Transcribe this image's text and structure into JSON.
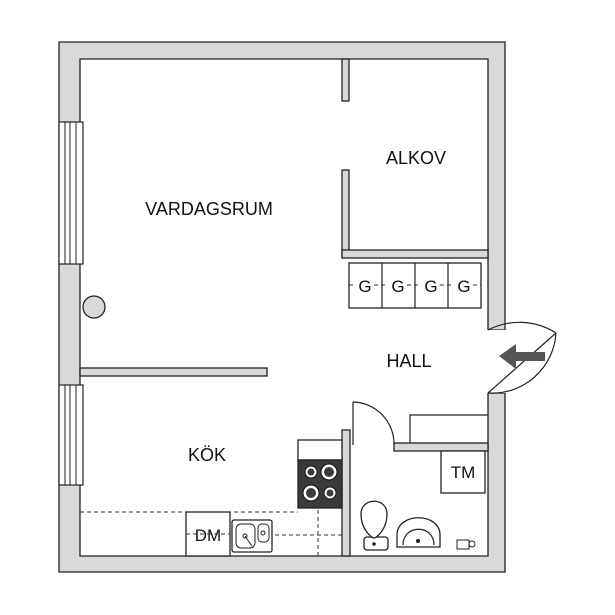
{
  "rooms": {
    "living": "VARDAGSRUM",
    "alcove": "ALKOV",
    "hall": "HALL",
    "kitchen": "KÖK"
  },
  "fixtures": {
    "wardrobes": [
      "G",
      "G",
      "G",
      "G"
    ],
    "dishwasher": "DM",
    "washing_machine": "TM"
  },
  "colors": {
    "wall_fill": "#d9d9d9",
    "line": "#222222",
    "arrow": "#555555",
    "stove": "#3a3a3a"
  },
  "icons": {
    "entrance": "entrance-arrow-icon",
    "chimney": "round-column-icon"
  }
}
